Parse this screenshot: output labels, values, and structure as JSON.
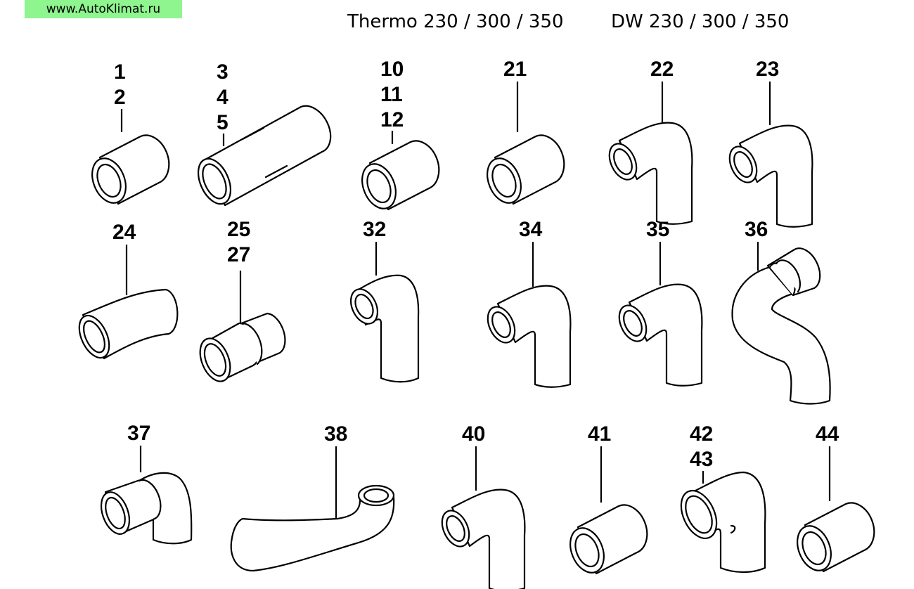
{
  "site_label": "www.AutoKlimat.ru",
  "titles": {
    "thermo": "Thermo 230 / 300 / 350",
    "dw": "DW 230 / 300 / 350"
  },
  "parts": [
    {
      "id": "p1",
      "labels": [
        "1",
        "2"
      ],
      "shape": "short-straight-hose-icon"
    },
    {
      "id": "p3",
      "labels": [
        "3",
        "4",
        "5"
      ],
      "shape": "long-straight-hose-icon"
    },
    {
      "id": "p10",
      "labels": [
        "10",
        "11",
        "12"
      ],
      "shape": "short-straight-hose-icon"
    },
    {
      "id": "p21",
      "labels": [
        "21"
      ],
      "shape": "short-straight-hose-icon"
    },
    {
      "id": "p22",
      "labels": [
        "22"
      ],
      "shape": "elbow-hose-icon"
    },
    {
      "id": "p23",
      "labels": [
        "23"
      ],
      "shape": "elbow-hose-icon"
    },
    {
      "id": "p24",
      "labels": [
        "24"
      ],
      "shape": "curved-hose-icon"
    },
    {
      "id": "p25",
      "labels": [
        "25",
        "27"
      ],
      "shape": "reducer-hose-icon"
    },
    {
      "id": "p32",
      "labels": [
        "32"
      ],
      "shape": "long-elbow-hose-icon"
    },
    {
      "id": "p34",
      "labels": [
        "34"
      ],
      "shape": "elbow-hose-icon"
    },
    {
      "id": "p35",
      "labels": [
        "35"
      ],
      "shape": "elbow-hose-icon"
    },
    {
      "id": "p36",
      "labels": [
        "36"
      ],
      "shape": "s-bend-hose-icon"
    },
    {
      "id": "p37",
      "labels": [
        "37"
      ],
      "shape": "elbow-with-collar-hose-icon"
    },
    {
      "id": "p38",
      "labels": [
        "38"
      ],
      "shape": "long-bent-hose-icon"
    },
    {
      "id": "p40",
      "labels": [
        "40"
      ],
      "shape": "elbow-hose-icon"
    },
    {
      "id": "p41",
      "labels": [
        "41"
      ],
      "shape": "short-straight-hose-icon"
    },
    {
      "id": "p42",
      "labels": [
        "42",
        "43"
      ],
      "shape": "large-elbow-hose-icon"
    },
    {
      "id": "p44",
      "labels": [
        "44"
      ],
      "shape": "short-straight-hose-icon"
    }
  ]
}
